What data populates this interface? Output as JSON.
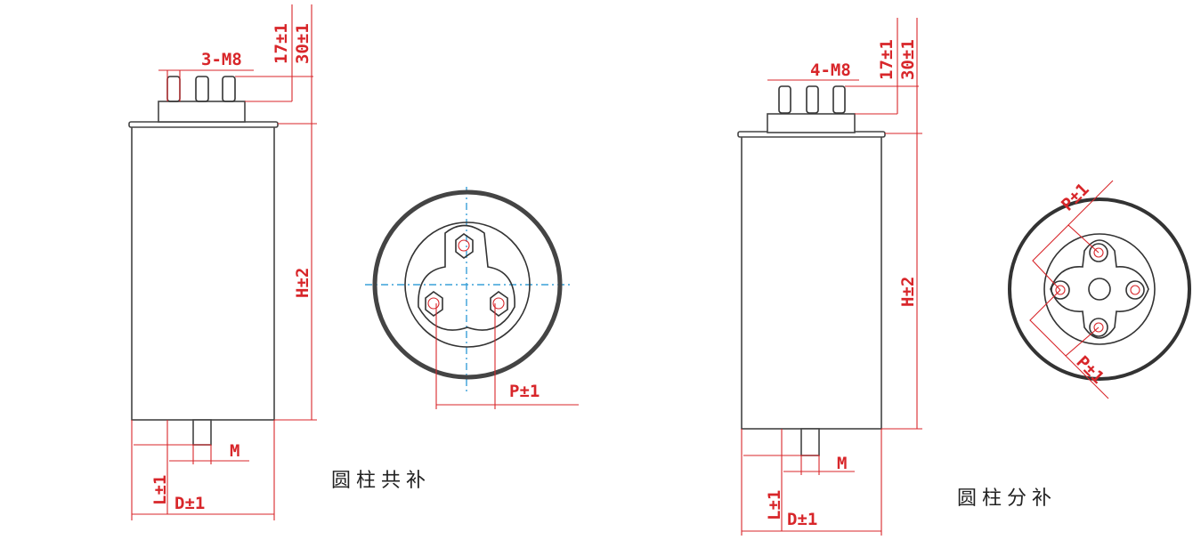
{
  "left": {
    "caption": "圆柱共补",
    "dims": {
      "h": "H±2",
      "t17": "17±1",
      "t30": "30±1",
      "thread": "3-M8",
      "d": "D±1",
      "l": "L±1",
      "m": "M",
      "p": "P±1"
    }
  },
  "right": {
    "caption": "圆柱分补",
    "dims": {
      "h": "H±2",
      "t17": "17±1",
      "t30": "30±1",
      "thread": "4-M8",
      "d": "D±1",
      "l": "L±1",
      "m": "M",
      "p1": "P±1",
      "p2": "P±1"
    }
  },
  "colors": {
    "dimension": "#d8262a",
    "centerline": "#3aa0d8",
    "outline": "#333333"
  }
}
